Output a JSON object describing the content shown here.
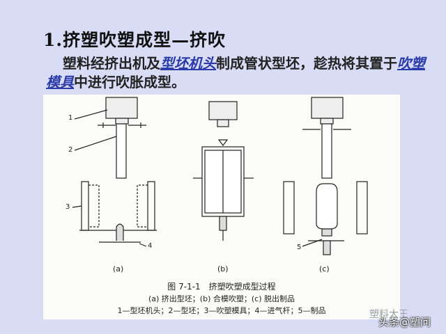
{
  "slide": {
    "title": "1.挤塑吹塑成型—挤吹",
    "para": {
      "t1": "塑料经挤出机及",
      "term1": "型坯机头",
      "t2": "制成管状型坯，趁热将其置于",
      "term2": "吹塑模具",
      "t3": "中进行吹胀成型。"
    }
  },
  "figure": {
    "sub_labels": [
      "(a)",
      "(b)",
      "(c)"
    ],
    "part_numbers": [
      "1",
      "2",
      "3",
      "4",
      "5"
    ],
    "caption_title": "图 7-1-1　挤塑吹塑成型过程",
    "caption_sub": "(a) 挤出型坯；(b) 合模吹塑；(c) 脱出制品",
    "caption_legend": "1—型坯机头；2—型坯；3—吹塑模具；4—进气杆；5—制品"
  },
  "watermark": "塑料大王",
  "badge": "头条@塑问",
  "colors": {
    "background": "#d9dcf5",
    "term": "#2a3aa8",
    "figure_bg": "#fbfbf7"
  }
}
